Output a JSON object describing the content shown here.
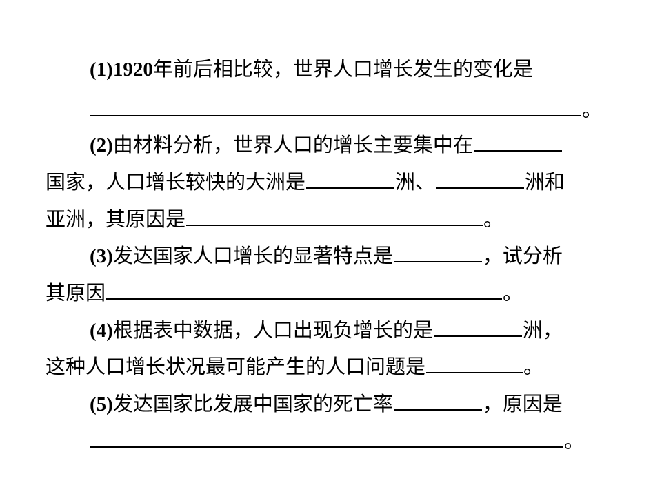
{
  "questions": {
    "q1": {
      "num": "(1)",
      "year": "1920",
      "text": "年前后相比较，世界人口增长发生的变化是",
      "end": "。"
    },
    "q2": {
      "num": "(2)",
      "text_a": "由材料分析，世界人口的增长主要集中在",
      "text_b": "国家，人口增长较快的大洲是",
      "text_c": "洲、",
      "text_d": "洲和",
      "text_e": "亚洲，其原因是",
      "end": "。"
    },
    "q3": {
      "num": "(3)",
      "text_a": "发达国家人口增长的显著特点是",
      "text_b": "，试分析",
      "text_c": "其原因",
      "end": "。"
    },
    "q4": {
      "num": "(4)",
      "text_a": "根据表中数据，人口出现负增长的是",
      "text_b": "洲，",
      "text_c": "这种人口增长状况最可能产生的人口问题是",
      "end": "。"
    },
    "q5": {
      "num": "(5)",
      "text_a": "发达国家比发展中国家的死亡率",
      "text_b": "，原因是",
      "end": "。"
    }
  }
}
